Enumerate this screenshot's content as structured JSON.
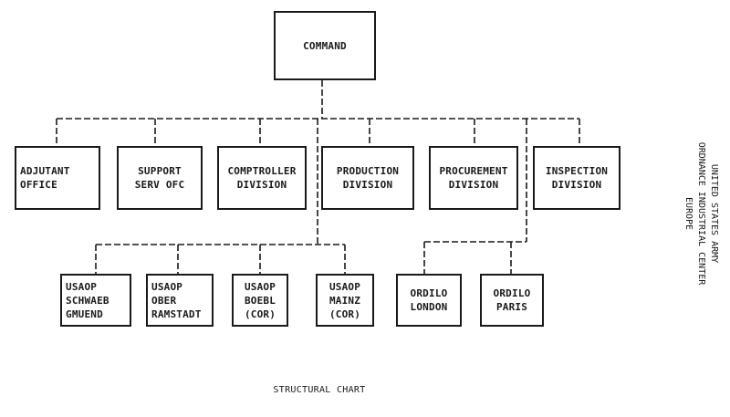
{
  "command": "COMMAND",
  "divisions": {
    "adjutant": "ADJUTANT\nOFFICE",
    "support": "SUPPORT\nSERV OFC",
    "comptroller": "COMPTROLLER\nDIVISION",
    "production": "PRODUCTION\nDIVISION",
    "procurement": "PROCUREMENT\nDIVISION",
    "inspection": "INSPECTION\nDIVISION"
  },
  "sub_units": {
    "schwabisch": "USAOP\nSCHWAEB\nGMUEND",
    "ober": "USAOP\nOBER\nRAMSTADT",
    "boebl": "USAOP\nBOEBL\n(COR)",
    "mainz": "USAOP\nMAINZ\n(COR)",
    "london": "ORDILO\nLONDON",
    "paris": "ORDILO\nPARIS"
  },
  "caption": "STRUCTURAL CHART",
  "side_title": "UNITED STATES ARMY\nORDNANCE INDUSTRIAL CENTER\nEUROPE"
}
